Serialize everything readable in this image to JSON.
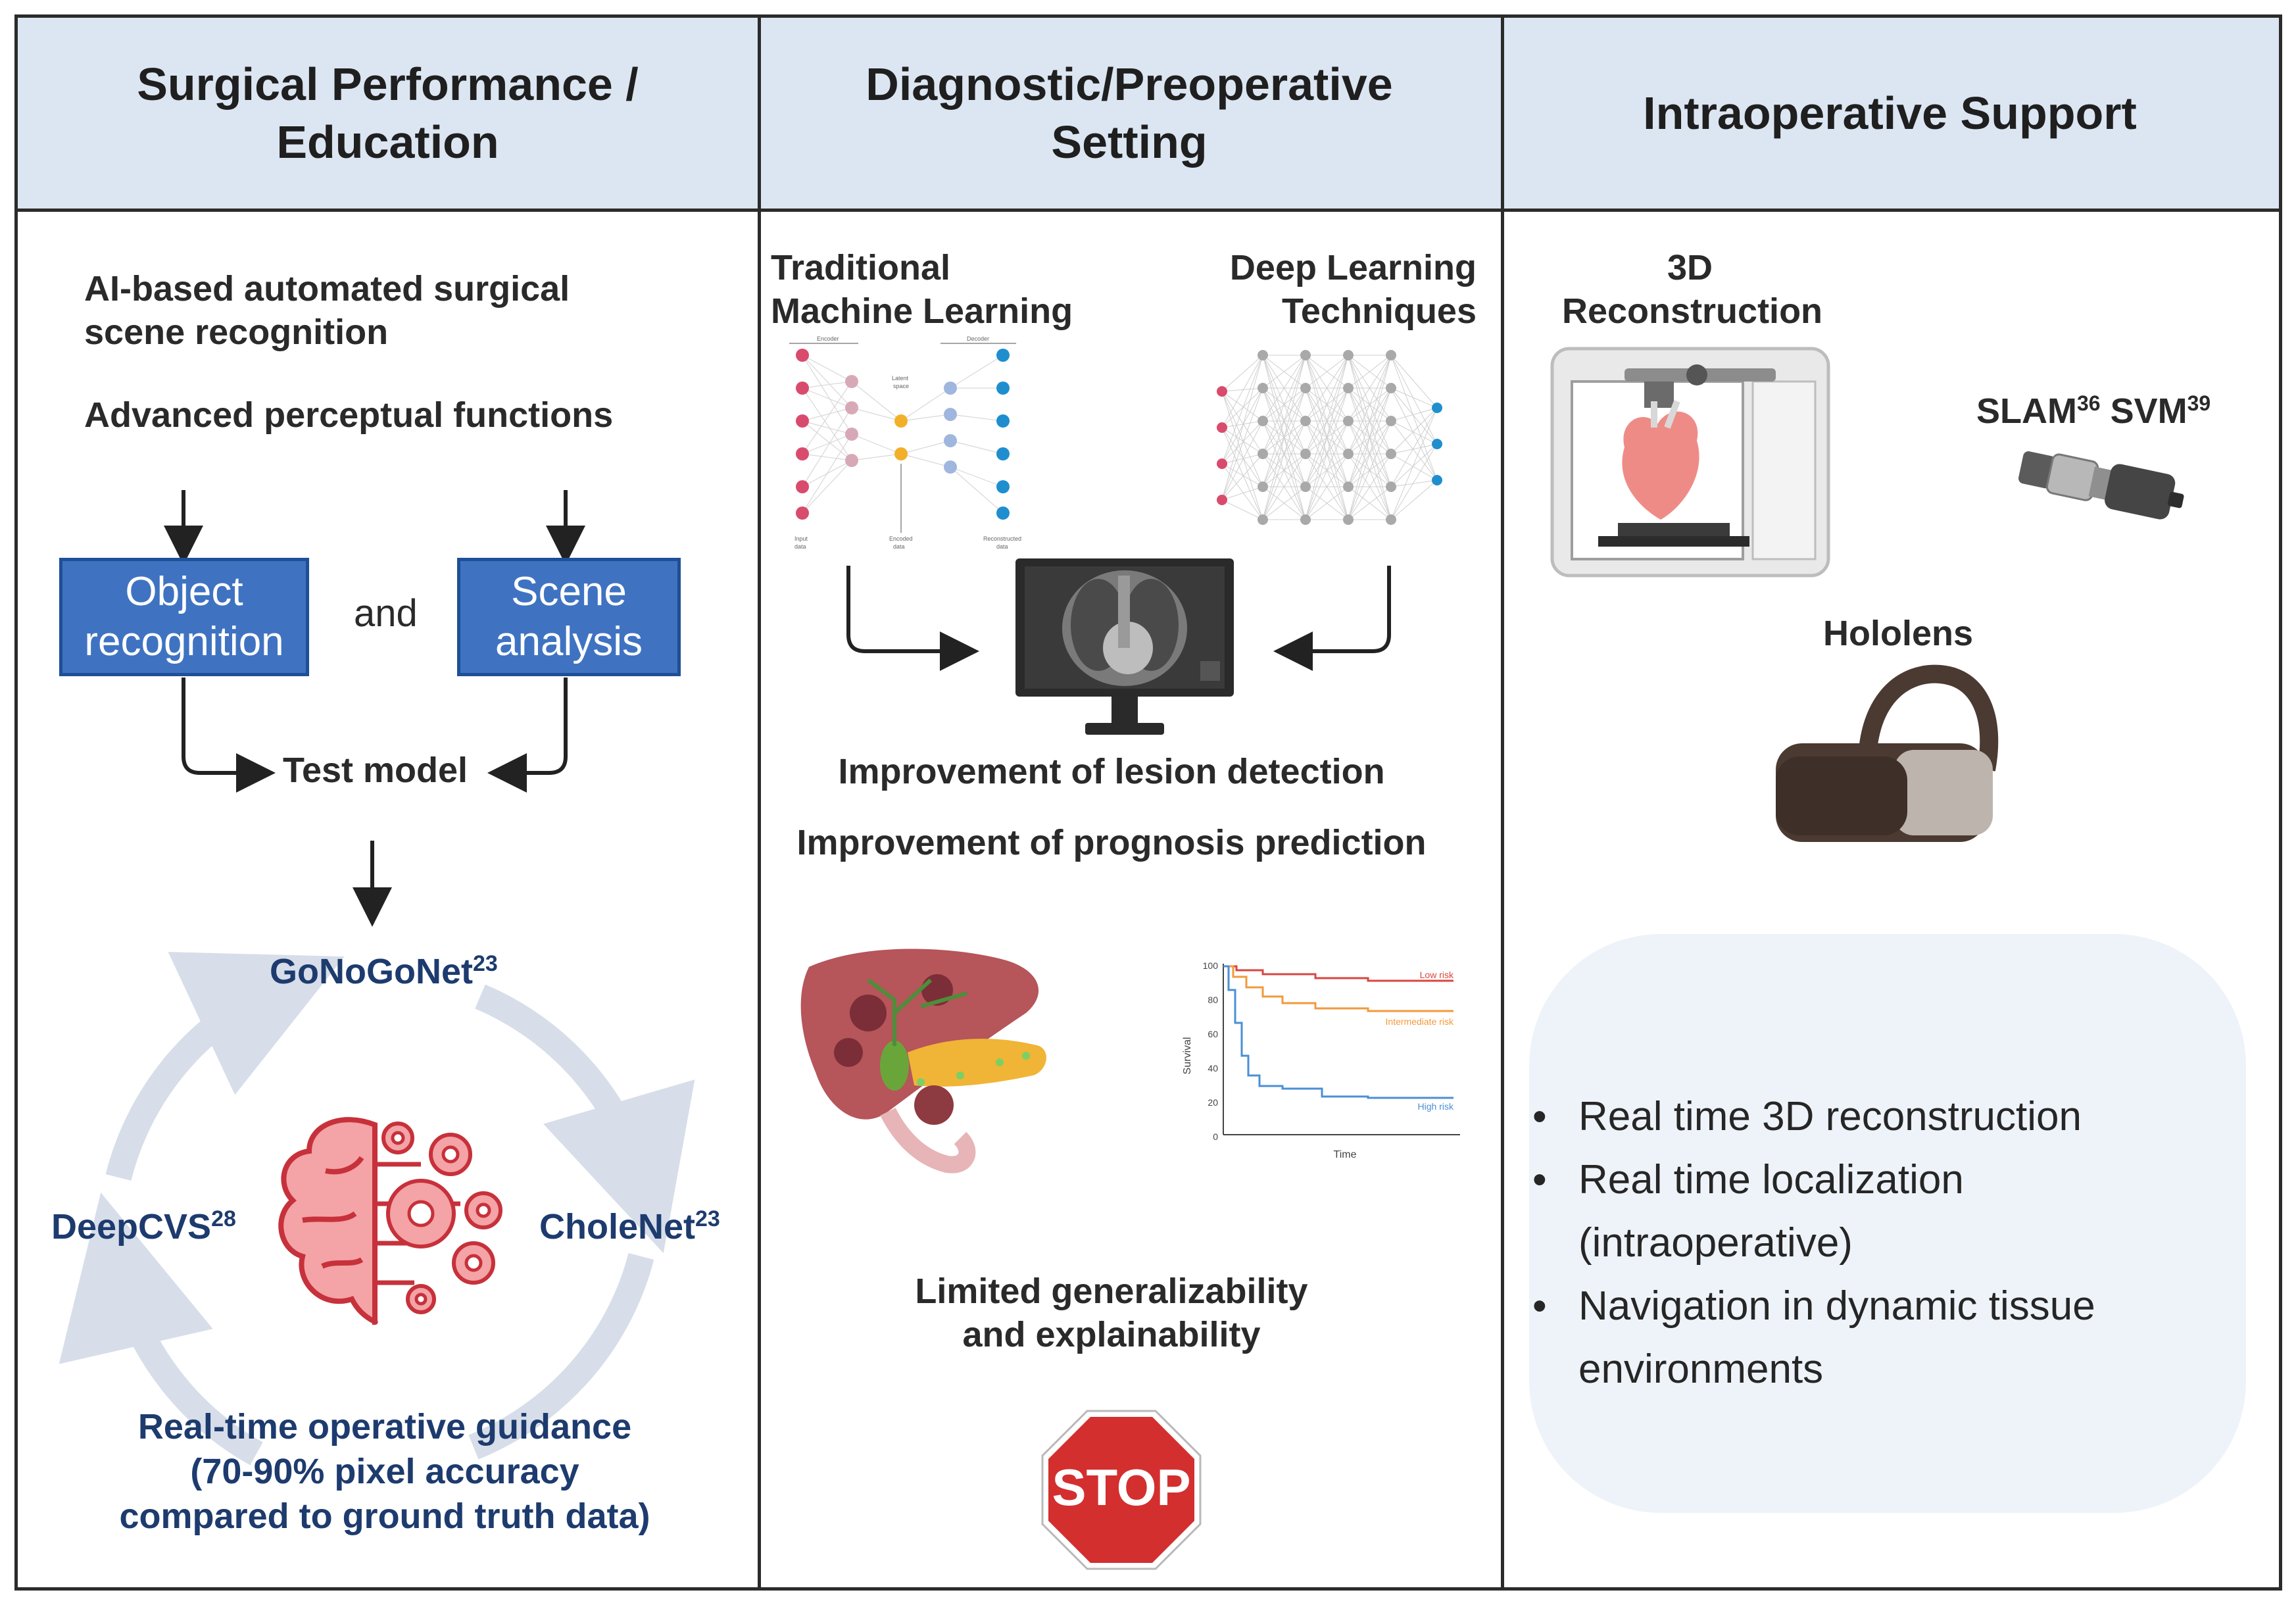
{
  "columns": {
    "col1_title": "Surgical Performance / Education",
    "col2_title": "Diagnostic/Preoperative Setting",
    "col3_title": "Intraoperative Support"
  },
  "col1": {
    "line1a": "AI-based automated surgical",
    "line1b": "scene recognition",
    "line2": "Advanced perceptual functions",
    "box_left_a": "Object",
    "box_left_b": "recognition",
    "and": "and",
    "box_right_a": "Scene",
    "box_right_b": "analysis",
    "test_model": "Test model",
    "gonogo": "GoNoGoNet",
    "gonogo_ref": "23",
    "deepcvs": "DeepCVS",
    "deepcvs_ref": "28",
    "cholenet": "CholeNet",
    "cholenet_ref": "23",
    "guidance_1": "Real-time operative guidance",
    "guidance_2": "(70-90% pixel accuracy",
    "guidance_3": "compared to ground truth data)"
  },
  "col2": {
    "trad_1": "Traditional",
    "trad_2": "Machine Learning",
    "deep_1": "Deep Learning",
    "deep_2": "Techniques",
    "lesion": "Improvement of lesion detection",
    "prognosis": "Improvement of prognosis prediction",
    "limited_1": "Limited generalizability",
    "limited_2": "and explainability",
    "stop": "STOP",
    "ae_labels": {
      "encoder": "Encoder",
      "decoder": "Decoder",
      "latent_1": "Latent",
      "latent_2": "space",
      "input_1": "Input",
      "input_2": "data",
      "encoded_1": "Encoded",
      "encoded_2": "data",
      "recon_1": "Reconstructed",
      "recon_2": "data"
    }
  },
  "survival_chart": {
    "ylabel": "Survival",
    "xlabel": "Time",
    "yticks": [
      "100",
      "80",
      "60",
      "40",
      "20",
      "0"
    ],
    "series": [
      {
        "name": "Low risk",
        "color": "#d9463f"
      },
      {
        "name": "Intermediate risk",
        "color": "#f29a3c"
      },
      {
        "name": "High risk",
        "color": "#4a8fd6"
      }
    ]
  },
  "col3": {
    "recon_1": "3D",
    "recon_2": "Reconstruction",
    "slam": "SLAM",
    "slam_ref": "36",
    "svm": "SVM",
    "svm_ref": "39",
    "hololens": "Hololens",
    "bullets": [
      "Real time 3D reconstruction",
      "Real time localization (intraoperative)",
      "Navigation in dynamic tissue environments"
    ]
  },
  "colors": {
    "header_bg": "#dce6f2",
    "box_blue": "#3f73c2",
    "navy_text": "#1d3b6e",
    "stop_red": "#d32f2f"
  }
}
